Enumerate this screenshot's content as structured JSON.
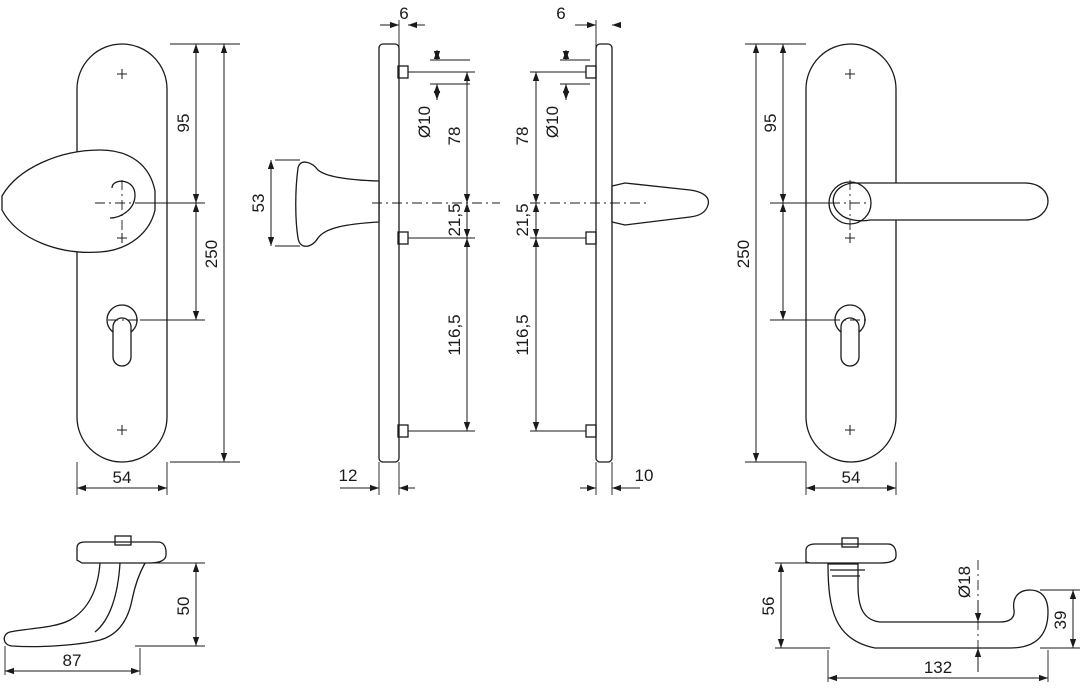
{
  "dimensions": {
    "front_left": {
      "height_total": "250",
      "upper_to_center": "95",
      "width": "54"
    },
    "side_left": {
      "top_offset": "6",
      "hole_dia": "Ø10",
      "upper": "78",
      "middle": "21,5",
      "lower": "116,5",
      "knob_height": "53",
      "thickness": "12"
    },
    "side_right": {
      "top_offset": "6",
      "hole_dia": "Ø10",
      "upper": "78",
      "middle": "21,5",
      "lower": "116,5",
      "thickness": "10"
    },
    "front_right": {
      "height_total": "250",
      "upper_to_center": "95",
      "width": "54"
    },
    "bottom_left": {
      "projection": "50",
      "length": "87"
    },
    "bottom_right": {
      "diameter": "Ø18",
      "height": "56",
      "grip": "39",
      "length": "132"
    }
  }
}
